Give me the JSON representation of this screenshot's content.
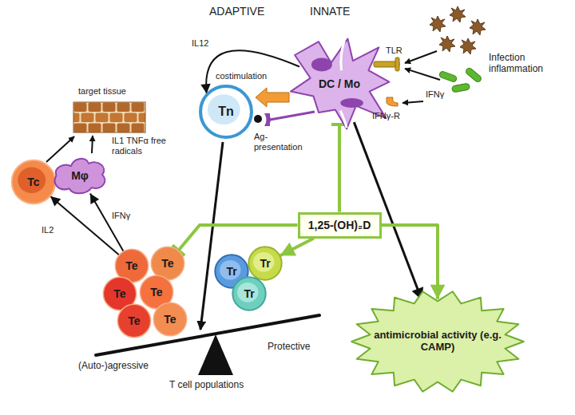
{
  "diagram": {
    "nodes": [
      {
        "text": [
          "DC / Mo"
        ]
      },
      {
        "text": [
          "Tn"
        ]
      },
      {
        "text": [
          "1,25-(OH)₂D"
        ]
      },
      {
        "text": [
          "Tc"
        ]
      },
      {
        "text": [
          "Mφ"
        ]
      },
      {
        "text": [
          "Te"
        ]
      },
      {
        "text": [
          "Te"
        ]
      },
      {
        "text": [
          "Te"
        ]
      },
      {
        "text": [
          "Te"
        ]
      },
      {
        "text": [
          "Te"
        ]
      },
      {
        "text": [
          "Te"
        ]
      },
      {
        "text": [
          "Tr"
        ]
      },
      {
        "text": [
          "Tr"
        ]
      },
      {
        "text": [
          "Tr"
        ]
      },
      {
        "text": [
          "antimicrobial activity (e.g. CAMP)"
        ]
      }
    ],
    "edges": [
      {
        "from": 0,
        "to": 1,
        "label": "IL12",
        "arrow": "to"
      },
      {
        "from": 0,
        "to": 14,
        "arrow": "to"
      },
      {
        "from": 2,
        "to": 14,
        "arrow": "to"
      },
      {
        "from": 2,
        "to": 12,
        "arrow": "to"
      },
      {
        "from": 2,
        "to": 6,
        "arrow": "to"
      },
      {
        "from": 2,
        "to": 0,
        "arrow": "to"
      },
      {
        "from": 5,
        "to": 3,
        "label": "IL2",
        "arrow": "to"
      },
      {
        "from": 5,
        "to": 4,
        "label": "IFNγ",
        "arrow": "to"
      }
    ],
    "labels": [
      "ADAPTIVE",
      "INNATE",
      "TLR",
      "Infection inflammation",
      "IFNγ",
      "IFNγ-R",
      "costimulation",
      "Ag- presentation",
      "target tissue",
      "IL1 TNFα free radicals",
      "(Auto-)agressive",
      "Protective",
      "T cell populations"
    ]
  }
}
